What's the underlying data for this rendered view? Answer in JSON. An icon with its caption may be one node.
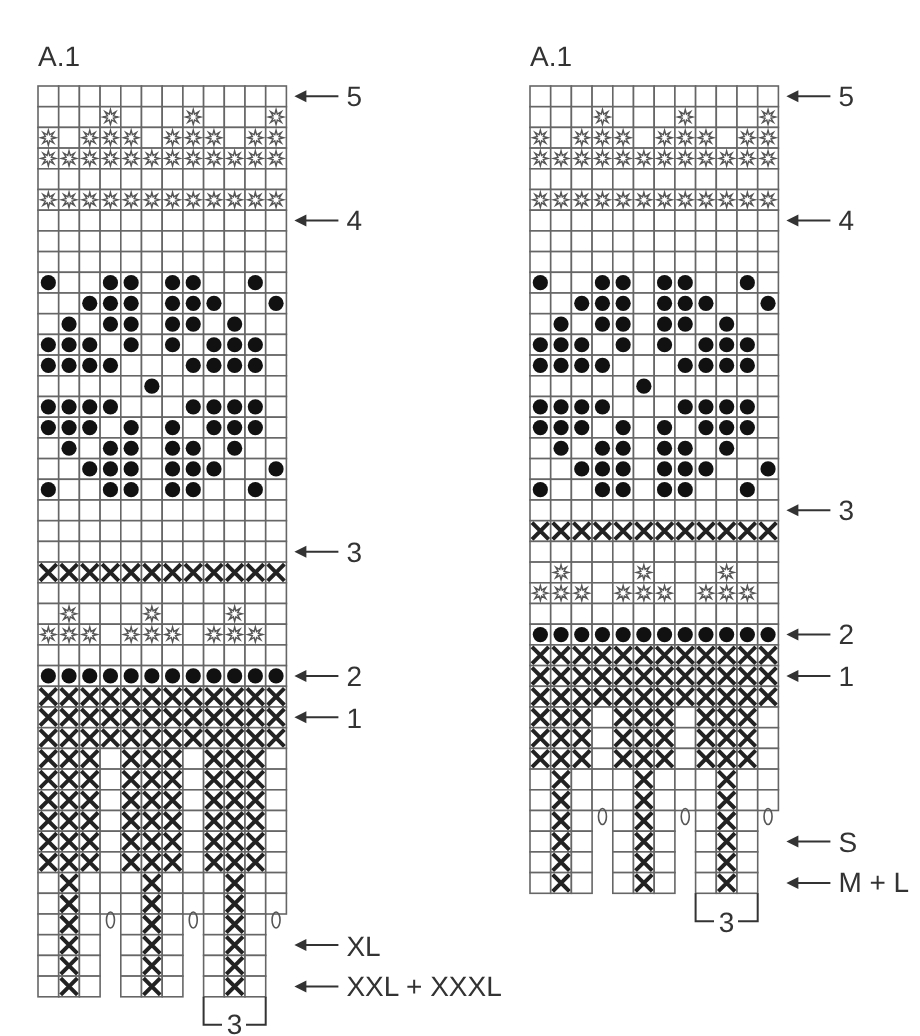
{
  "diagram": {
    "labels": [
      "A.1",
      "5",
      "4",
      "3",
      "2",
      "1",
      "XL",
      "XXL + XXXL",
      "3",
      "A.1",
      "5",
      "4",
      "3",
      "2",
      "1",
      "S",
      "M + L",
      "3"
    ]
  }
}
